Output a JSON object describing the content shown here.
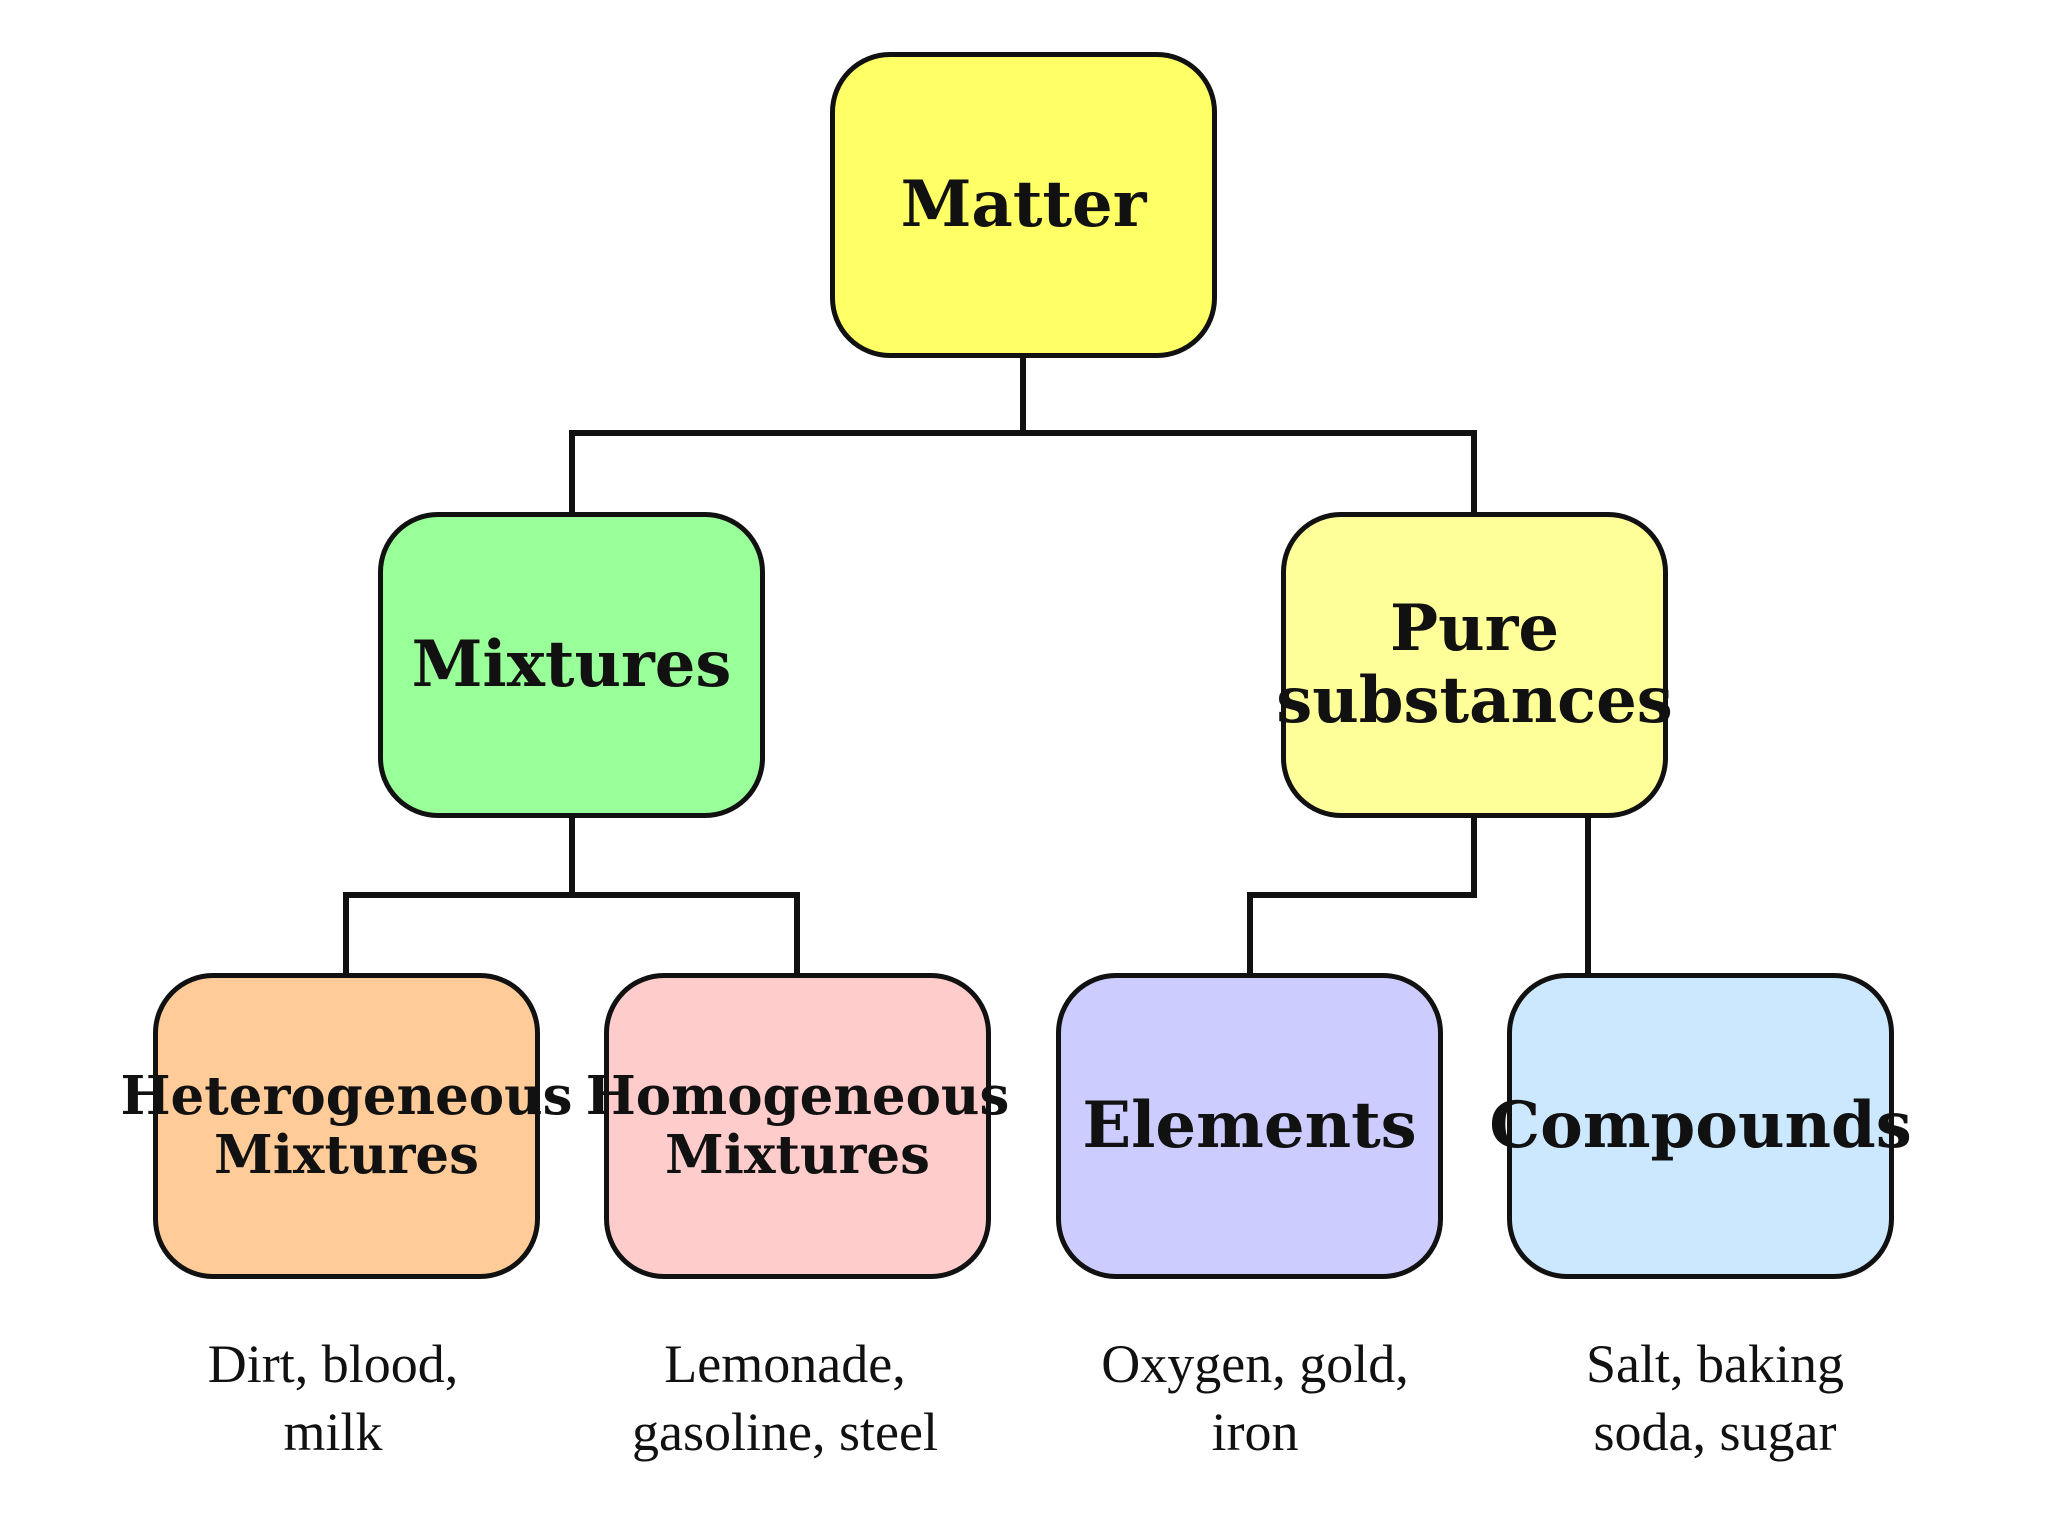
{
  "colors": {
    "matter": "#ffff66",
    "mixtures": "#99ff99",
    "pure_substances": "#ffff99",
    "heterogeneous": "#ffcc99",
    "homogeneous": "#ffcccc",
    "elements": "#ccccff",
    "compounds": "#cce8ff",
    "border": "#111111"
  },
  "nodes": {
    "matter": {
      "label": "Matter"
    },
    "mixtures": {
      "label": "Mixtures"
    },
    "pure_substances": {
      "line1": "Pure",
      "line2": "substances"
    },
    "heterogeneous": {
      "line1": "Heterogeneous",
      "line2": "Mixtures"
    },
    "homogeneous": {
      "line1": "Homogeneous",
      "line2": "Mixtures"
    },
    "elements": {
      "label": "Elements"
    },
    "compounds": {
      "label": "Compounds"
    }
  },
  "examples": {
    "heterogeneous": {
      "line1": "Dirt, blood,",
      "line2": "milk"
    },
    "homogeneous": {
      "line1": "Lemonade,",
      "line2": "gasoline, steel"
    },
    "elements": {
      "line1": "Oxygen, gold,",
      "line2": "iron"
    },
    "compounds": {
      "line1": "Salt, baking",
      "line2": "soda, sugar"
    }
  }
}
